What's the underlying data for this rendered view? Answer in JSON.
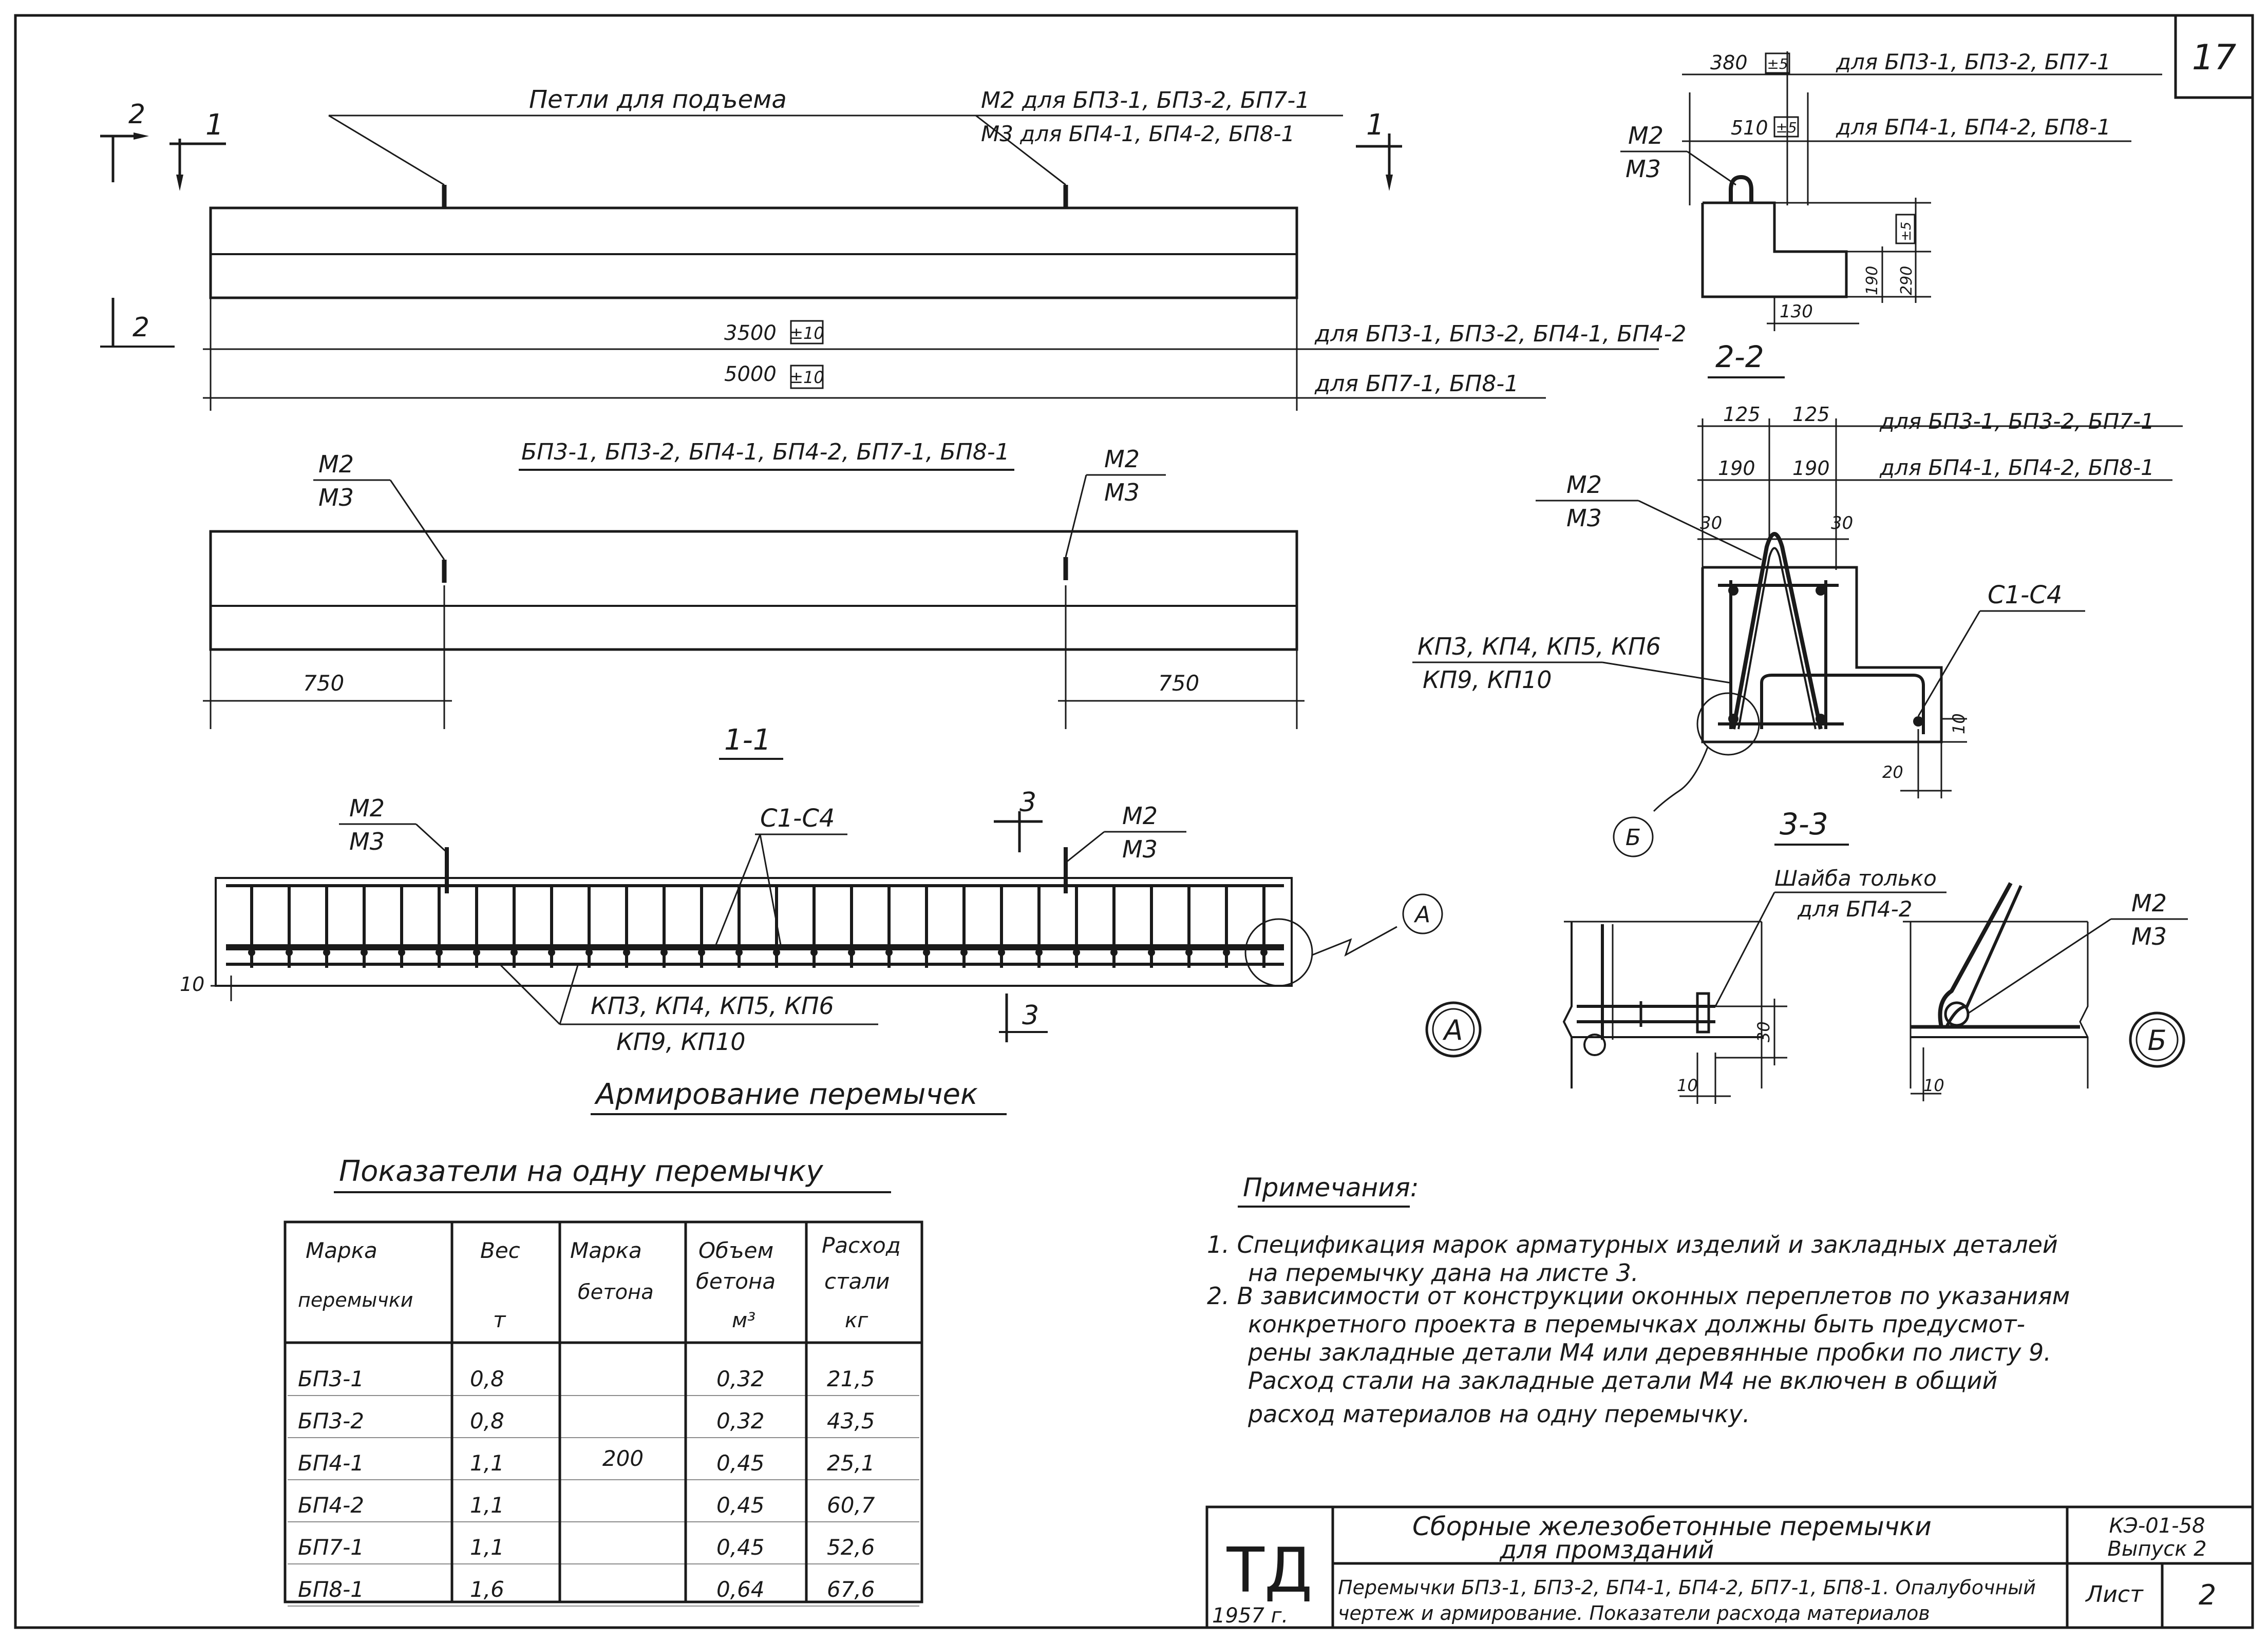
{
  "sheet": {
    "page_number": "17",
    "lifting_loops_label": "Петли для подъема",
    "m2_note": "М2 для БП3-1, БП3-2, БП7-1",
    "m3_note": "М3 для БП4-1, БП4-2, БП8-1",
    "section_1_mark": "1",
    "section_2_mark": "2",
    "section_3_mark": "3",
    "m2": "М2",
    "m3": "М3",
    "dim_3500": "3500",
    "tol_10": "±10",
    "dim_5000": "5000",
    "for_3500": "для БП3-1, БП3-2, БП4-1, БП4-2",
    "for_5000": "для БП7-1, БП8-1",
    "marks_title": "БП3-1, БП3-2, БП4-1, БП4-2, БП7-1, БП8-1",
    "dim_750": "750",
    "section_1_1": "1-1",
    "c1_c4": "С1-С4",
    "kp_line1": "КП3, КП4, КП5, КП6",
    "kp_line2": "КП9, КП10",
    "dim_10": "10",
    "callout_a": "А",
    "callout_b": "Б",
    "reinforcement_title": "Армирование перемычек",
    "dim_380": "380",
    "tol_5": "±5",
    "dim_510": "510",
    "for_380": "для БП3-1, БП3-2, БП7-1",
    "for_510": "для БП4-1, БП4-2, БП8-1",
    "dim_190": "190",
    "dim_290": "290",
    "dim_130": "130",
    "section_2_2": "2-2",
    "dim_125": "125",
    "dim_30": "30",
    "dim_20": "20",
    "section_3_3": "3-3",
    "washer_note_1": "Шайба только",
    "washer_note_2": "для БП4-2",
    "indicators_title": "Показатели на одну перемычку",
    "notes_title": "Примечания:",
    "notes": [
      "1. Спецификация марок арматурных изделий и закладных деталей",
      "на перемычку дана на листе 3.",
      "2. В зависимости от конструкции оконных переплетов по указаниям",
      "конкретного проекта в перемычках должны быть предусмот-",
      "рены закладные детали М4 или деревянные пробки по листу 9.",
      "Расход стали на закладные детали М4 не включен в общий",
      "расход материалов на одну перемычку."
    ]
  },
  "table": {
    "headers": {
      "mark": [
        "Марка",
        "перемычки"
      ],
      "weight": [
        "Вес",
        "т"
      ],
      "concrete_grade": [
        "Марка",
        "бетона"
      ],
      "concrete_volume": [
        "Объем",
        "бетона",
        "м³"
      ],
      "steel": [
        "Расход",
        "стали",
        "кг"
      ]
    },
    "concrete_grade_value": "200",
    "rows": [
      {
        "mark": "БП3-1",
        "weight": "0,8",
        "volume": "0,32",
        "steel": "21,5"
      },
      {
        "mark": "БП3-2",
        "weight": "0,8",
        "volume": "0,32",
        "steel": "43,5"
      },
      {
        "mark": "БП4-1",
        "weight": "1,1",
        "volume": "0,45",
        "steel": "25,1"
      },
      {
        "mark": "БП4-2",
        "weight": "1,1",
        "volume": "0,45",
        "steel": "60,7"
      },
      {
        "mark": "БП7-1",
        "weight": "1,1",
        "volume": "0,45",
        "steel": "52,6"
      },
      {
        "mark": "БП8-1",
        "weight": "1,6",
        "volume": "0,64",
        "steel": "67,6"
      }
    ]
  },
  "title_block": {
    "logo": "ТД",
    "year": "1957 г.",
    "title_line1": "Сборные железобетонные перемычки",
    "title_line2": "для промзданий",
    "subtitle_line1": "Перемычки БП3-1, БП3-2, БП4-1, БП4-2, БП7-1, БП8-1. Опалубочный",
    "subtitle_line2": "чертеж и армирование. Показатели расхода материалов",
    "series": "КЭ-01-58",
    "issue": "Выпуск 2",
    "sheet_label": "Лист",
    "sheet_no": "2"
  }
}
